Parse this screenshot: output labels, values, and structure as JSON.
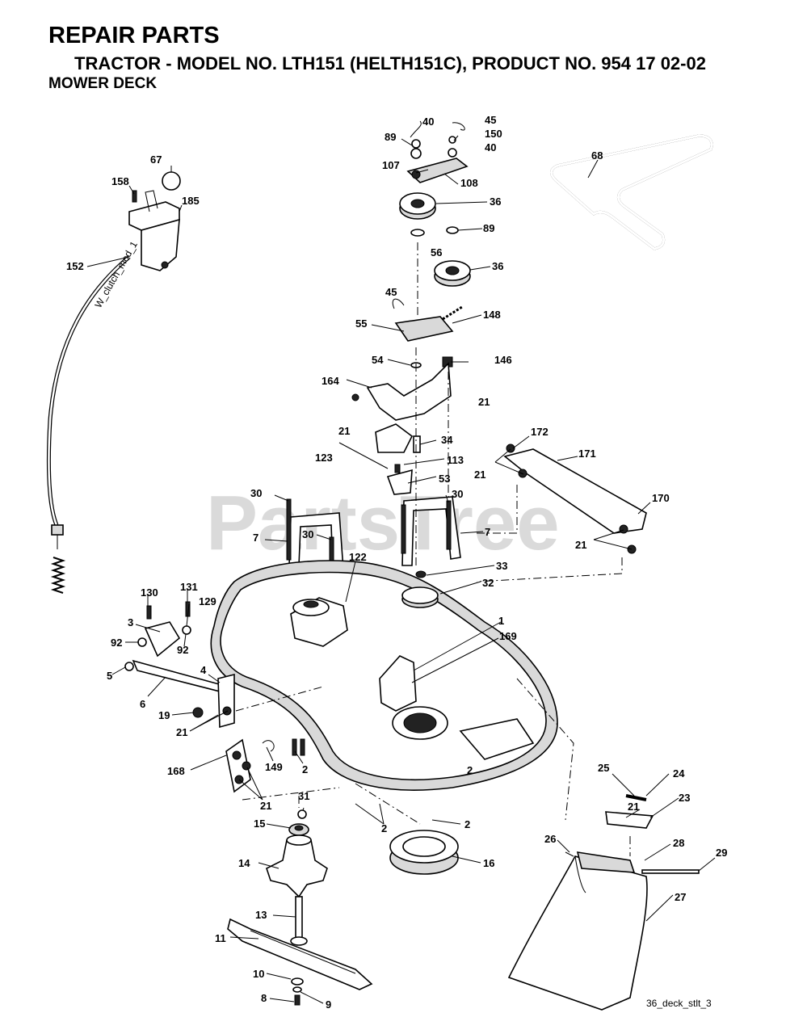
{
  "header": {
    "title": "REPAIR PARTS",
    "subtitle": "TRACTOR - MODEL NO. LTH151 (HELTH151C), PRODUCT NO. 954 17 02-02",
    "section": "MOWER DECK"
  },
  "watermark": "PartsTree",
  "footer_code": "36_deck_stlt_3",
  "cable_tag": "W_clutch_mod_1",
  "callouts": [
    "67",
    "158",
    "185",
    "152",
    "40",
    "45",
    "89",
    "150",
    "40",
    "107",
    "108",
    "36",
    "56",
    "89",
    "36",
    "45",
    "148",
    "55",
    "146",
    "54",
    "164",
    "21",
    "21",
    "34",
    "123",
    "113",
    "53",
    "30",
    "30",
    "7",
    "30",
    "7",
    "122",
    "33",
    "32",
    "172",
    "171",
    "21",
    "170",
    "21",
    "1",
    "169",
    "130",
    "131",
    "129",
    "3",
    "92",
    "92",
    "5",
    "6",
    "4",
    "19",
    "21",
    "168",
    "149",
    "2",
    "2",
    "21",
    "31",
    "15",
    "14",
    "2",
    "2",
    "16",
    "13",
    "11",
    "10",
    "8",
    "9",
    "25",
    "24",
    "21",
    "23",
    "26",
    "28",
    "29",
    "27",
    "68"
  ]
}
